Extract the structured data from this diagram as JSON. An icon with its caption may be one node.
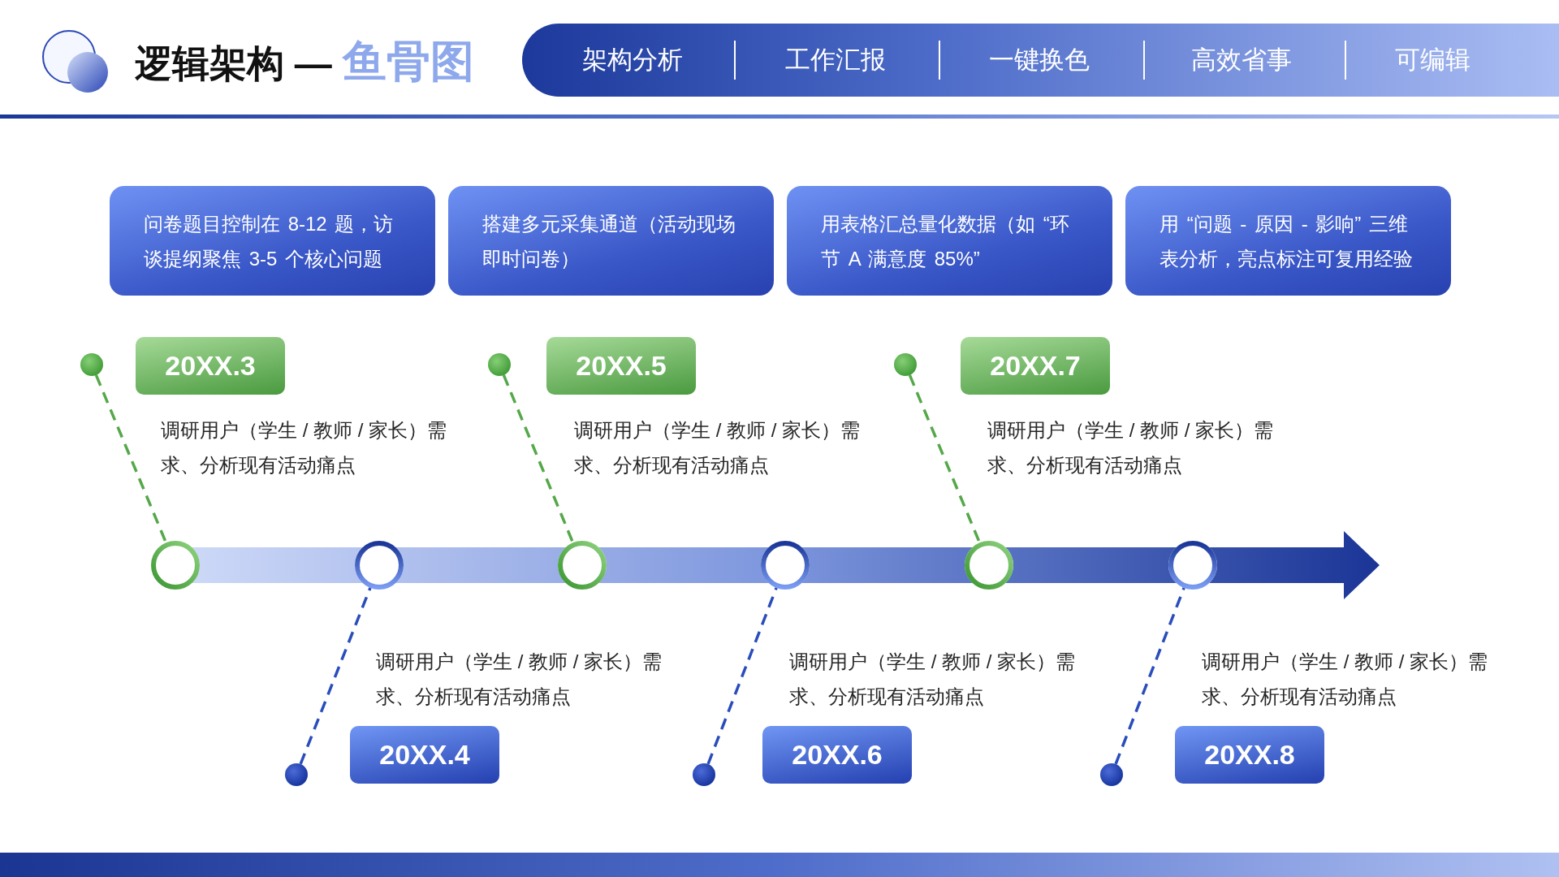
{
  "diagram": {
    "title": "逻辑架构 — 鱼骨图",
    "nodes": [
      {
        "text": [
          "问卷题目控制在 8-12 题，访谈提纲聚焦 3-5 个核心问题"
        ]
      },
      {
        "text": [
          "搭建多元采集通道（活动现场即时问卷）"
        ]
      },
      {
        "text": [
          "用表格汇总量化数据（如 “环节 A 满意度 85%”"
        ]
      },
      {
        "text": [
          "用 “问题 - 原因 - 影响” 三维表分析，亮点标注可复用经验"
        ]
      },
      {
        "text": [],
        "shape": "circle"
      },
      {
        "text": [
          "20XX.3"
        ],
        "beside": [
          "调研用户（学生 / 教师 / 家长）需求、分析现有活动痛点"
        ]
      },
      {
        "text": [],
        "shape": "circle"
      },
      {
        "text": [],
        "shape": "circle"
      },
      {
        "text": [
          "20XX.4"
        ],
        "beside": [
          "调研用户（学生 / 教师 / 家长）需求、分析现有活动痛点"
        ]
      },
      {
        "text": [],
        "shape": "circle"
      },
      {
        "text": [],
        "shape": "circle"
      },
      {
        "text": [
          "20XX.5"
        ],
        "beside": [
          "调研用户（学生 / 教师 / 家长）需求、分析现有活动痛点"
        ]
      },
      {
        "text": [],
        "shape": "circle"
      },
      {
        "text": [],
        "shape": "circle"
      },
      {
        "text": [
          "20XX.6"
        ],
        "beside": [
          "调研用户（学生 / 教师 / 家长）需求、分析现有活动痛点"
        ]
      },
      {
        "text": [],
        "shape": "circle"
      },
      {
        "text": [],
        "shape": "circle"
      },
      {
        "text": [
          "20XX.7"
        ],
        "beside": [
          "调研用户（学生 / 教师 / 家长）需求、分析现有活动痛点"
        ]
      },
      {
        "text": [],
        "shape": "circle"
      },
      {
        "text": [],
        "shape": "circle"
      },
      {
        "text": [
          "20XX.8"
        ],
        "beside": [
          "调研用户（学生 / 教师 / 家长）需求、分析现有活动痛点"
        ]
      },
      {
        "text": [],
        "shape": "circle"
      }
    ],
    "edges": [
      {
        "from": 4,
        "to": 6,
        "arrow": "none",
        "style": "dashed",
        "color": "#55a84a"
      },
      {
        "from": 7,
        "to": 9,
        "arrow": "none",
        "style": "dashed",
        "color": "#2a4dbb"
      },
      {
        "from": 10,
        "to": 12,
        "arrow": "none",
        "style": "dashed",
        "color": "#55a84a"
      },
      {
        "from": 13,
        "to": 15,
        "arrow": "none",
        "style": "dashed",
        "color": "#2a4dbb"
      },
      {
        "from": 16,
        "to": 18,
        "arrow": "none",
        "style": "dashed",
        "color": "#55a84a"
      },
      {
        "from": 19,
        "to": 21,
        "arrow": "none",
        "style": "dashed",
        "color": "#2a4dbb"
      },
      {
        "from": 6,
        "to": 9,
        "arrow": "none",
        "style": "thick"
      },
      {
        "from": 9,
        "to": 12,
        "arrow": "none",
        "style": "thick"
      },
      {
        "from": 12,
        "to": 15,
        "arrow": "none",
        "style": "thick"
      },
      {
        "from": 15,
        "to": 18,
        "arrow": "none",
        "style": "thick"
      },
      {
        "from": 18,
        "to": 21,
        "arrow": "none",
        "style": "thick"
      },
      {
        "from": 21,
        "to": null,
        "arrow": "to",
        "style": "thick"
      }
    ],
    "labels": [
      "架构分析",
      "工作汇报",
      "一键换色",
      "高效省事",
      "可编辑"
    ]
  }
}
